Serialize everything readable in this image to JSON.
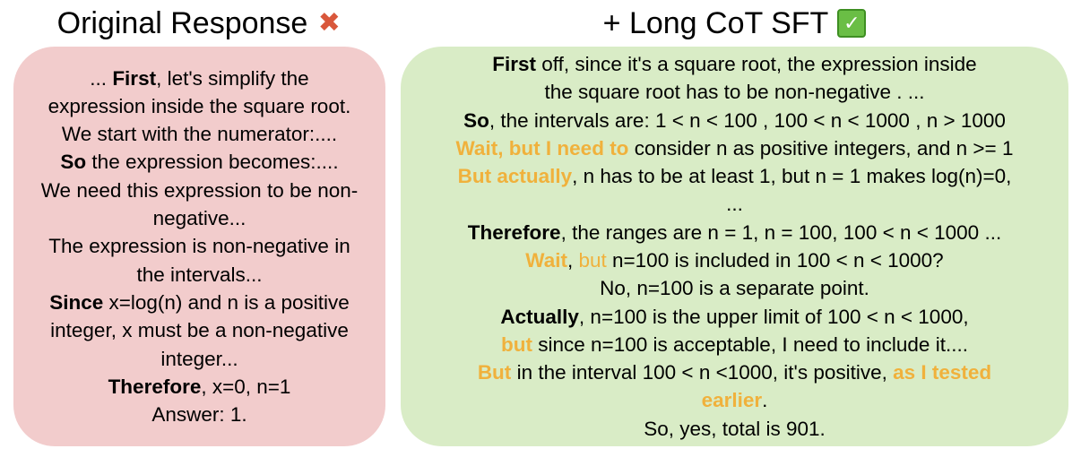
{
  "left": {
    "title": "Original Response",
    "status_icon": "cross-icon",
    "status_glyph": "✖",
    "background_color": "#f2cccc",
    "lines": [
      [
        "... ",
        "First",
        ", let's simplify the"
      ],
      [
        "expression inside the square root."
      ],
      [
        "We start with the numerator:...."
      ],
      [
        "So",
        " the expression becomes:...."
      ],
      [
        "We need this expression to be non-"
      ],
      [
        "negative..."
      ],
      [
        "The expression is non-negative in"
      ],
      [
        "the intervals..."
      ],
      [
        "Since",
        " x=log(n) and n is a positive"
      ],
      [
        "integer, x must be a non-negative"
      ],
      [
        "integer..."
      ],
      [
        "Therefore",
        ", x=0, n=1"
      ],
      [
        "Answer: 1."
      ]
    ]
  },
  "right": {
    "title": "+ Long CoT SFT",
    "status_icon": "check-icon",
    "status_glyph": "✓",
    "background_color": "#d9ecc6",
    "highlight_color": "#f0b13c",
    "lines": [
      [
        "First",
        " off, since it's a square root, the expression inside"
      ],
      [
        "the square root has to be non-negative . ..."
      ],
      [
        "So",
        ", the intervals are: 1 < n < 100 , 100 < n < 1000 , n > 1000"
      ],
      [
        "Wait, but I need to",
        " consider n as positive integers, and n >= 1"
      ],
      [
        "But actually",
        ", n has to be at least 1, but n = 1 makes log(n)=0,"
      ],
      [
        "..."
      ],
      [
        "Therefore",
        ", the ranges are n = 1, n = 100, 100 < n < 1000 ..."
      ],
      [
        "Wait",
        ", ",
        "but",
        " n=100 is included in 100 < n < 1000?"
      ],
      [
        "No, n=100 is a separate point."
      ],
      [
        "Actually",
        ", n=100 is the upper limit of 100 < n < 1000,"
      ],
      [
        "but",
        " since n=100 is acceptable, I need to include it...."
      ],
      [
        "But",
        " in the interval 100 < n <1000, it's positive, ",
        "as I tested"
      ],
      [
        "earlier",
        "."
      ],
      [
        "So, yes, total is 901."
      ]
    ]
  }
}
